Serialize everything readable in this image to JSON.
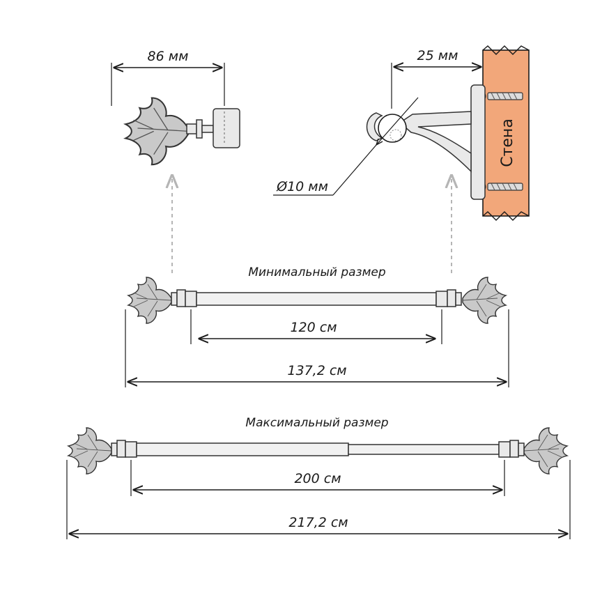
{
  "finial_detail": {
    "width_label": "86 мм"
  },
  "bracket_detail": {
    "offset_label": "25 мм",
    "diameter_label": "Ø10 мм",
    "wall_label": "Стена"
  },
  "min_config": {
    "caption": "Минимальный размер",
    "rod_length_label": "120 см",
    "total_length_label": "137,2 см"
  },
  "max_config": {
    "caption": "Максимальный размер",
    "rod_length_label": "200 см",
    "total_length_label": "217,2 см"
  },
  "colors": {
    "wall": "#f2a77a",
    "part": "#e9e9e9",
    "leaf": "#c9c9c9",
    "arrow": "#b5b5b5"
  }
}
